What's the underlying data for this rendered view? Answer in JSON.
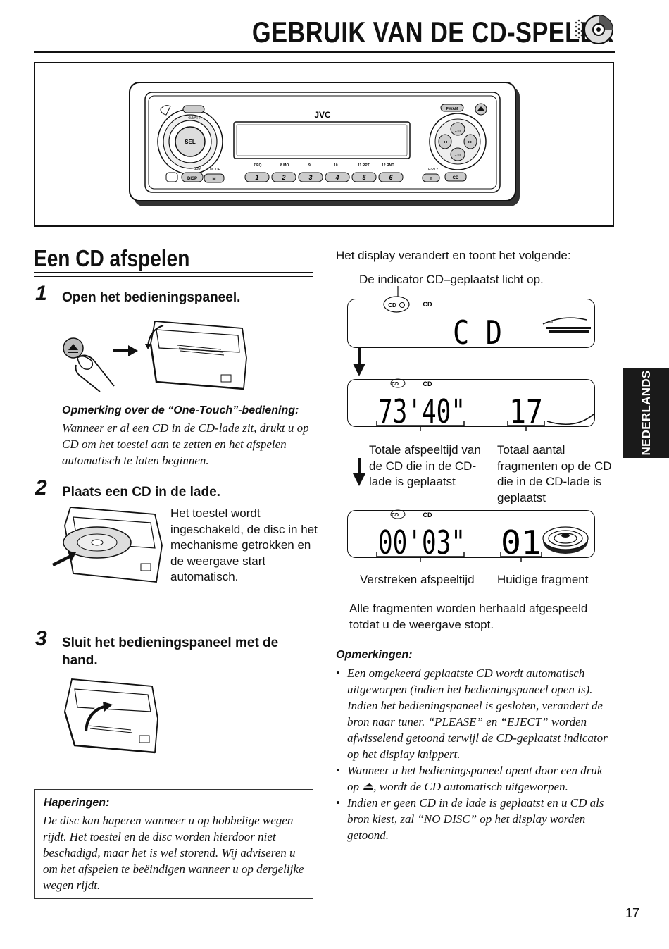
{
  "header": {
    "title": "GEBRUIK VAN DE CD-SPELER"
  },
  "sidebar_tab": {
    "label": "NEDERLANDS"
  },
  "radio": {
    "brand": "JVC",
    "att_label": "⏻/I/ATT",
    "sel_label": "SEL",
    "fmam_label": "FM/AM",
    "ssm_label": "SSM",
    "mode_label": "MODE",
    "disp_label": "DISP",
    "m_label": "M",
    "tppty_label": "TP/PTY",
    "t_label": "T",
    "cd_label": "CD",
    "up_label": "+10",
    "down_label": "−10",
    "row_labels": [
      "7  EQ",
      "8  MO",
      "9",
      "10",
      "11  RPT",
      "12  RND"
    ],
    "presets": [
      "1",
      "2",
      "3",
      "4",
      "5",
      "6"
    ]
  },
  "section": {
    "heading": "Een CD afspelen",
    "steps": [
      {
        "num": "1",
        "text": "Open het bedieningspaneel."
      },
      {
        "num": "2",
        "text": "Plaats een CD in de lade."
      },
      {
        "num": "3",
        "text": "Sluit het bedieningspaneel met de hand."
      }
    ],
    "onetouch_title": "Opmerking over de “One-Touch”-bediening:",
    "onetouch_text": "Wanneer er al een CD in de CD-lade zit, drukt u op CD om het toestel aan te zetten en het afspelen automatisch te laten beginnen.",
    "step2_desc": "Het toestel wordt ingeschakeld, de disc in het mechanisme getrokken en de weergave start automatisch."
  },
  "haperingen": {
    "title": "Haperingen:",
    "text": "De disc kan haperen wanneer u op hobbelige wegen rijdt. Het toestel en de disc worden hierdoor niet beschadigd, maar het is wel storend. Wij adviseren u om het afspelen te beëindigen wanneer u op dergelijke wegen rijdt."
  },
  "display": {
    "intro": "Het display verandert en toont het volgende:",
    "indicator_note": "De indicator CD–geplaatst licht op.",
    "lcd_icon_label": "CD",
    "lcd1_text": "C  D",
    "lcd2_time": "73'40\"",
    "lcd2_tracks": "17",
    "lcd3_time": "00'03\"",
    "lcd3_track": "01",
    "label_total_time": "Totale afspeeltijd van de CD die in de CD-lade is geplaatst",
    "label_total_tracks": "Totaal aantal fragmenten op de CD die in de CD-lade is geplaatst",
    "label_elapsed": "Verstreken afspeeltijd",
    "label_current": "Huidige fragment",
    "repeat_note": "Alle fragmenten worden herhaald afgespeeld totdat u de weergave stopt."
  },
  "opmerkingen": {
    "title": "Opmerkingen:",
    "items": [
      "Een omgekeerd geplaatste CD wordt automatisch uitgeworpen (indien het bedieningspaneel open is). Indien het bedieningspaneel is gesloten, verandert de bron naar tuner. “PLEASE” en “EJECT” worden afwisselend getoond terwijl de CD-geplaatst indicator op het display knippert.",
      "Wanneer u het bedieningspaneel opent door een druk op ⏏, wordt de CD automatisch uitgeworpen.",
      "Indien er geen CD in de lade is geplaatst en u CD als bron kiest, zal “NO DISC” op het display worden getoond."
    ]
  },
  "footer": {
    "page_number": "17"
  }
}
